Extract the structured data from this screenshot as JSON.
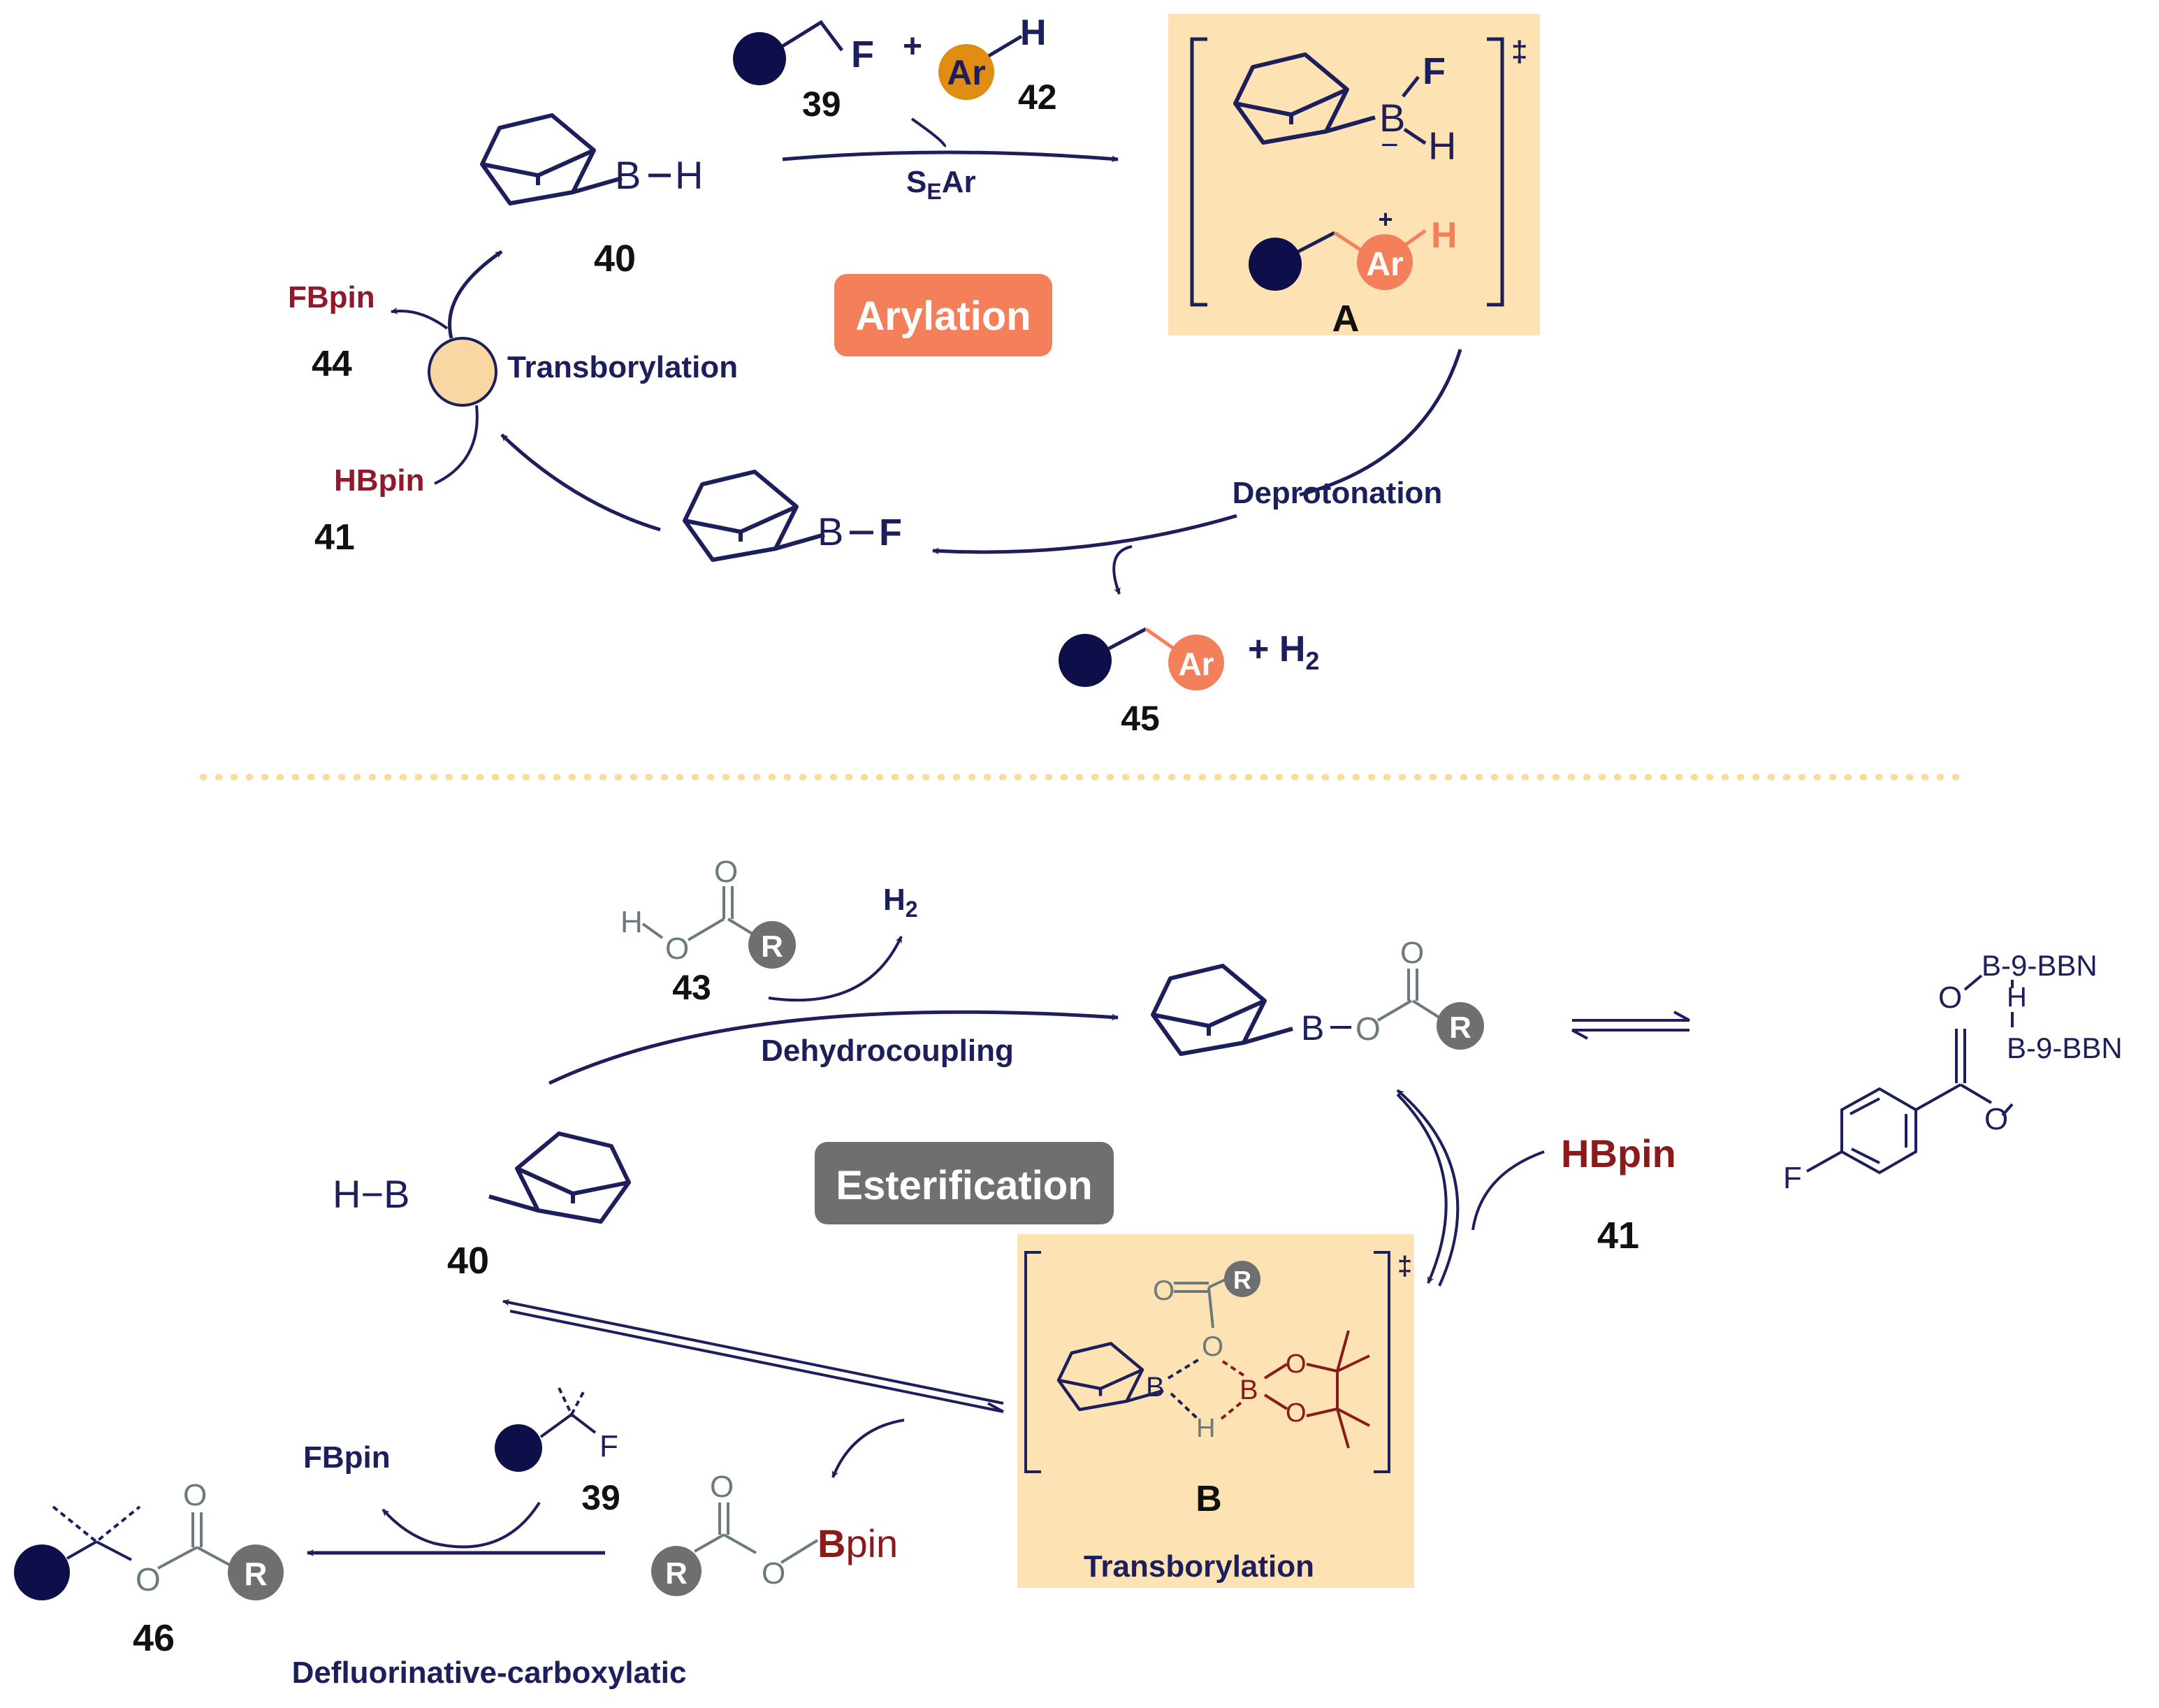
{
  "colors": {
    "navy": "#1c1f5b",
    "dark_dot": "#0e0e4a",
    "maroon": "#8e1a2c",
    "dark_red": "#8b1a1a",
    "orange": "#f47f5b",
    "ar_gold": "#e08d14",
    "grey_badge": "#6f6f6f",
    "grey_line": "#6d7a7d",
    "box": "#fde2b3",
    "light_circle": "#f9d7a2",
    "dots": "#f7dc9a"
  },
  "top": {
    "badge": "Arylation",
    "reaction_label": "SEAr",
    "transborylation": "Transborylation",
    "deprotonation": "Deprotonation",
    "fbpin": "FBpin",
    "hbpin": "HBpin",
    "cmpd_39": "39",
    "cmpd_42": "42",
    "cmpd_40": "40",
    "cmpd_44": "44",
    "cmpd_41": "41",
    "cmpd_45": "45",
    "intermediate": "A",
    "ar": "Ar",
    "plus": "+",
    "plus_h2": "+ H",
    "h2_sub": "2",
    "f": "F",
    "h": "H",
    "b": "B",
    "minus": "−",
    "dagger": "‡"
  },
  "bottom": {
    "badge": "Esterification",
    "dehydrocoupling": "Dehydrocoupling",
    "transborylation": "Transborylation",
    "defluorinative": "Defluorinative-carboxylatic",
    "h2": "H",
    "h2_sub": "2",
    "hbpin": "HBpin",
    "fbpin": "FBpin",
    "bpin_b": "B",
    "bpin_pin": "pin",
    "cmpd_43": "43",
    "cmpd_40": "40",
    "cmpd_41": "41",
    "cmpd_39": "39",
    "cmpd_46": "46",
    "intermediate": "B",
    "r": "R",
    "o": "O",
    "h": "H",
    "f": "F",
    "b": "B",
    "bbn": "B-9-BBN",
    "hb_prefix": "H−B",
    "dagger": "‡"
  }
}
